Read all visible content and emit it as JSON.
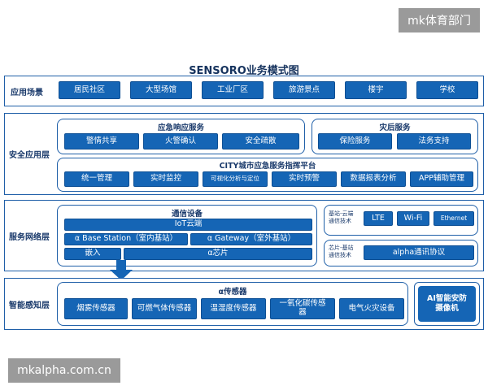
{
  "watermark_top": "mk体育部门",
  "watermark_bottom": "mkalpha.com.cn",
  "title": "SENSORO业务模式图",
  "app_layer": {
    "label": "应用场景",
    "items": [
      "居民社区",
      "大型场馆",
      "工业厂区",
      "旅游景点",
      "楼宇",
      "学校"
    ]
  },
  "security_layer": {
    "label": "安全应用层",
    "emergency": {
      "title": "应急响应服务",
      "items": [
        "警情共享",
        "火警确认",
        "安全疏散"
      ]
    },
    "after": {
      "title": "灾后服务",
      "items": [
        "保险服务",
        "法务支持"
      ]
    },
    "city": {
      "title": "CITY城市应急服务指挥平台",
      "items": [
        "统一管理",
        "实时监控",
        "可视化分析与定位",
        "实时预警",
        "数据报表分析",
        "APP辅助管理"
      ]
    }
  },
  "network_layer": {
    "label": "服务网络层",
    "comm": {
      "title": "通信设备",
      "iot": "IoT云端",
      "base_station": "α Base Station（室内基站）",
      "gateway": "α Gateway（室外基站）",
      "embed": "嵌入",
      "chip": "α芯片"
    },
    "cloud_note": "基站-云端\n通信技术",
    "cloud_items": [
      "LTE",
      "Wi-Fi",
      "Ethernet"
    ],
    "chip_note": "芯片-基站\n通信技术",
    "chip_protocol": "alpha通讯协议"
  },
  "sensing_layer": {
    "label": "智能感知层",
    "sensor_title": "α传感器",
    "sensors": [
      "烟雾传感器",
      "可燃气体传感器",
      "温湿度传感器",
      "一氧化碳传感器",
      "电气火灾设备"
    ],
    "ai_camera": "AI智能安防\n摄像机"
  },
  "colors": {
    "primary": "#1565b5",
    "border": "#1f5fa8",
    "text": "#1a3a6b"
  }
}
